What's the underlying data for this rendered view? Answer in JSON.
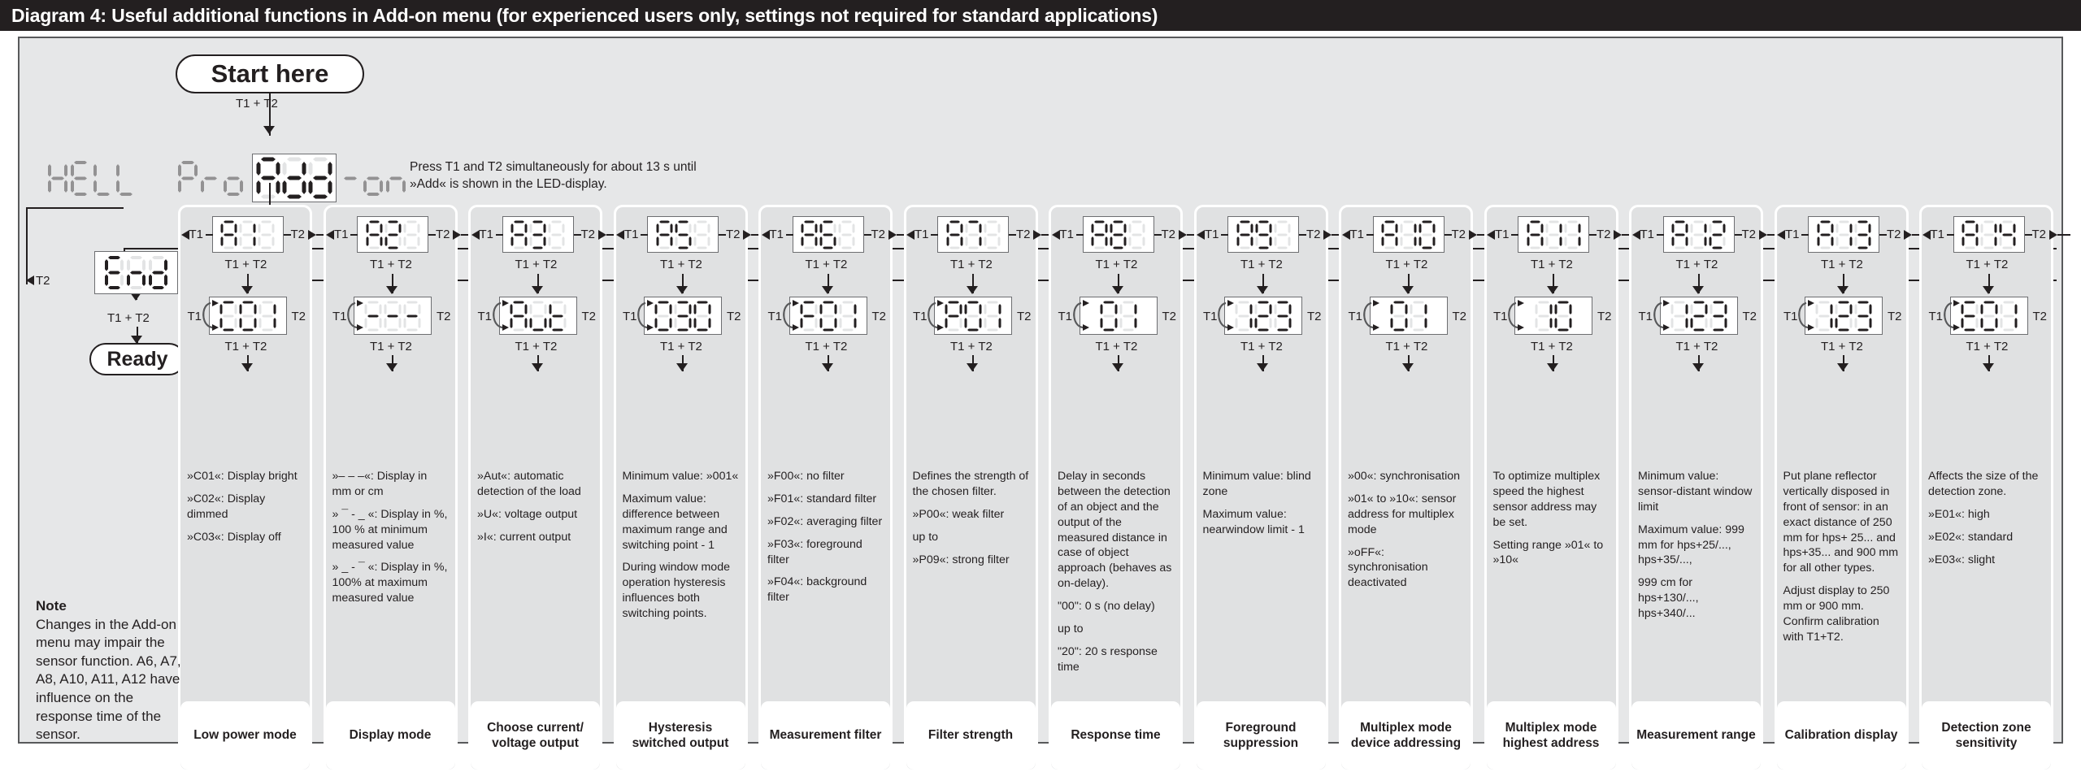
{
  "title": "Diagram 4:  Useful additional functions in Add-on menu (for experienced users only, settings not required for standard applications)",
  "start_label": "Start here",
  "ready_label": "Ready",
  "press_note": "Press T1 and T2 simultaneously for about 13 s until »Add« is shown in the LED-display.",
  "hello_sequence": "HELLO Pro Add-on",
  "hello_dim_left": "HELLO Pro",
  "hello_active": "Add",
  "hello_dim_right": "-on",
  "labels": {
    "t1t2": "T1 + T2",
    "t1": "T1",
    "t2": "T2"
  },
  "end_display": "End",
  "note": {
    "heading": "Note",
    "text": "Changes in the Add-on menu may impair the sensor function. A6, A7, A8, A10, A11, A12 have influence on the response time of the sensor."
  },
  "columns": [
    {
      "code": "A1",
      "value": "C01",
      "footer": "Low power mode",
      "desc": [
        "»C01«: Display bright",
        "»C02«: Display dimmed",
        "»C03«: Display off"
      ]
    },
    {
      "code": "A2",
      "value": "- - -",
      "footer": "Display mode",
      "desc": [
        "»– – –«: Display in mm or cm",
        "» ¯ - _ «: Display in %, 100 % at minimum measured value",
        "» _ - ¯ «: Display in %, 100% at maximum measured value"
      ]
    },
    {
      "code": "A3",
      "value": "Aut",
      "footer": "Choose current/ voltage output",
      "desc": [
        "»Aut«: automatic detection of the load",
        "»U«: voltage output",
        "»I«: current output"
      ]
    },
    {
      "code": "A5",
      "value": "030",
      "footer": "Hysteresis switched output",
      "desc": [
        "Minimum value: »001«",
        "Maximum value: difference between maximum range and switching point - 1",
        "During window mode operation hysteresis influences both switching points."
      ]
    },
    {
      "code": "A6",
      "value": "F01",
      "footer": "Measurement filter",
      "desc": [
        "»F00«: no filter",
        "»F01«: standard filter",
        "»F02«: averaging filter",
        "»F03«: foreground filter",
        "»F04«: background filter"
      ]
    },
    {
      "code": "A7",
      "value": "P01",
      "footer": "Filter strength",
      "desc": [
        "Defines the strength of the chosen filter.",
        "»P00«: weak filter",
        "up to",
        "»P09«: strong filter"
      ]
    },
    {
      "code": "A8",
      "value": "01",
      "footer": "Response time",
      "desc": [
        "Delay in seconds between the detection of an object and the output of the measured distance in case of object approach (behaves as on-delay).",
        "\"00\": 0 s (no delay)",
        "up to",
        "\"20\": 20 s response time"
      ]
    },
    {
      "code": "A9",
      "value": "123",
      "footer": "Foreground suppression",
      "desc": [
        "Minimum value: blind zone",
        "Maximum value: nearwindow limit - 1"
      ]
    },
    {
      "code": "A10",
      "value": "01",
      "footer": "Multiplex mode device addressing",
      "desc": [
        "»00«: synchronisation",
        "»01« to »10«: sensor address for multiplex mode",
        "»oFF«: synchronisation deactivated"
      ]
    },
    {
      "code": "A11",
      "value": "10",
      "footer": "Multiplex mode highest address",
      "desc": [
        "To optimize multiplex speed the highest sensor address may be set.",
        "Setting range »01« to »10«"
      ]
    },
    {
      "code": "A12",
      "value": "123",
      "footer": "Measurement range",
      "desc": [
        "Minimum value: sensor-distant window limit",
        "Maximum value: 999 mm for hps+25/..., hps+35/...,",
        "999 cm for hps+130/..., hps+340/..."
      ]
    },
    {
      "code": "A13",
      "value": "123",
      "footer": "Calibration display",
      "desc": [
        "Put plane reflector vertically disposed in front of sensor: in an exact distance of 250 mm for hps+ 25... and hps+35... and 900 mm for all other types.",
        "Adjust display to 250 mm or 900 mm. Confirm calibration with T1+T2."
      ]
    },
    {
      "code": "A14",
      "value": "E01",
      "footer": "Detection zone sensitivity",
      "desc": [
        "Affects the size of the detection zone.",
        "»E01«: high",
        "»E02«: standard",
        "»E03«: slight"
      ]
    }
  ],
  "colors": {
    "title_bg": "#231f20",
    "canvas_bg": "#e6e7e8",
    "column_bg": "#e0e1e2",
    "ink": "#231f20"
  }
}
